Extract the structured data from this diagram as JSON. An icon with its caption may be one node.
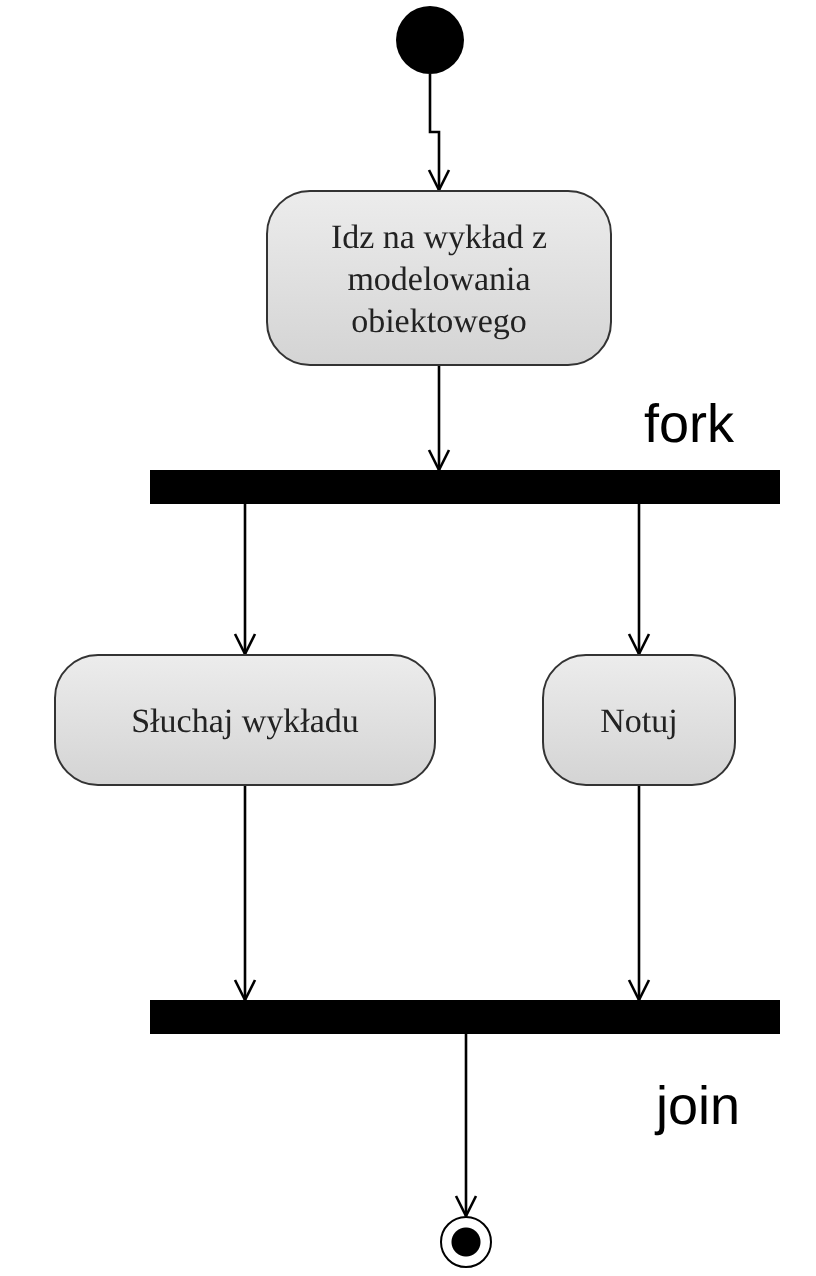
{
  "diagram": {
    "nodes": [
      {
        "text": [],
        "shape": "circle"
      },
      {
        "text": [
          "Idz na wykład z modelowania obiektowego"
        ]
      },
      {
        "text": [],
        "shape": "bar",
        "beside": [
          "fork"
        ]
      },
      {
        "text": [
          "Słuchaj wykładu"
        ]
      },
      {
        "text": [
          "Notuj"
        ]
      },
      {
        "text": [],
        "shape": "bar",
        "beside": [
          "join"
        ]
      },
      {
        "text": [],
        "shape": "circle"
      }
    ],
    "edges": [
      {
        "from": 0,
        "to": 1,
        "arrow": "to"
      },
      {
        "from": 1,
        "to": 2,
        "arrow": "to"
      },
      {
        "from": 2,
        "to": 3,
        "arrow": "to"
      },
      {
        "from": 2,
        "to": 4,
        "arrow": "to"
      },
      {
        "from": 3,
        "to": 5,
        "arrow": "to"
      },
      {
        "from": 4,
        "to": 5,
        "arrow": "to"
      },
      {
        "from": 5,
        "to": 6,
        "arrow": "to"
      }
    ]
  }
}
